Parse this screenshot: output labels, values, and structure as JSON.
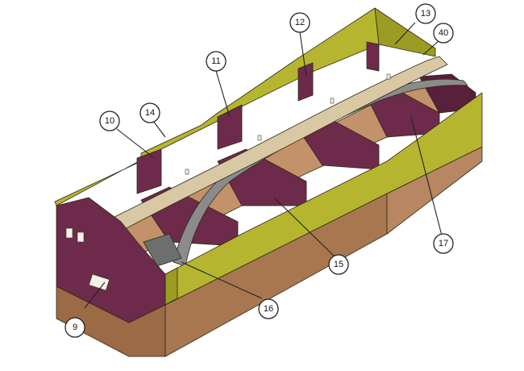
{
  "colors": {
    "side_panel": "#b6b52f",
    "side_panel_dark": "#9c9b24",
    "bulkhead": "#6e2a4a",
    "bulkhead_dark": "#58203b",
    "plywood": "#9c6a45",
    "plywood_light": "#b88660",
    "beam": "#d8c9a4",
    "beam_edge": "#b8a882",
    "centre_spine": "#8b8b8b",
    "centre_spine_dark": "#6e6e6e",
    "callout_line": "#222222"
  },
  "callouts": [
    {
      "id": "callout-9",
      "label": "9"
    },
    {
      "id": "callout-10",
      "label": "10"
    },
    {
      "id": "callout-11",
      "label": "11"
    },
    {
      "id": "callout-12",
      "label": "12"
    },
    {
      "id": "callout-13",
      "label": "13"
    },
    {
      "id": "callout-14",
      "label": "14"
    },
    {
      "id": "callout-15",
      "label": "15"
    },
    {
      "id": "callout-16",
      "label": "16"
    },
    {
      "id": "callout-17",
      "label": "17"
    },
    {
      "id": "callout-40",
      "label": "40"
    }
  ]
}
